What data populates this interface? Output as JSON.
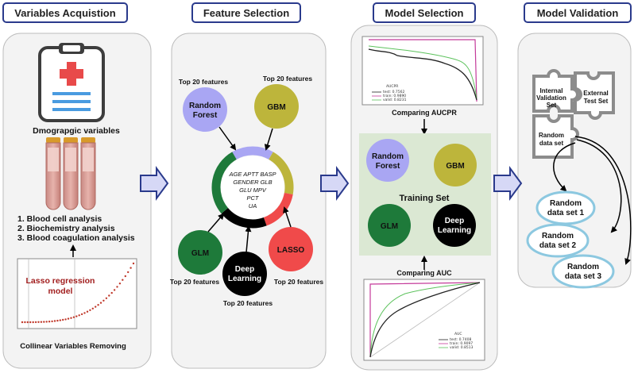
{
  "stages": {
    "variables_acquisition": "Variables Acquistion",
    "feature_selection": "Feature Selection",
    "model_selection": "Model Selection",
    "model_validation": "Model Validation"
  },
  "panel1": {
    "demographic_label": "Dmograpgic variables",
    "analysis_items": [
      "1. Blood cell analysis",
      "2. Biochemistry analysis",
      "3. Blood coagulation analysis"
    ],
    "lasso_title_line1": "Lasso regression",
    "lasso_title_line2": "model",
    "caption": "Collinear Variables Removing"
  },
  "panel2": {
    "top_features_label": "Top 20 features",
    "models": {
      "random_forest": [
        "Random",
        "Forest"
      ],
      "gbm": [
        "GBM"
      ],
      "glm": [
        "GLM"
      ],
      "deep_learning": [
        "Deep",
        "Learning"
      ],
      "lasso": [
        "LASSO"
      ]
    },
    "feature_lines": [
      "AGE  APTT  BASP",
      "GENDER  GLB",
      "GLU  MPV",
      "PCT",
      "UA"
    ],
    "colors": {
      "random_forest": "#a9a6f3",
      "gbm": "#bdb53b",
      "glm": "#1e7a3a",
      "deep_learning": "#000000",
      "lasso": "#f04a4a"
    }
  },
  "panel3": {
    "aucpr_caption": "Comparing AUCPR",
    "aucpr_legend": {
      "title": "AUCPR",
      "rows": [
        "test: 0.7562",
        "train: 0.9890",
        "valid: 0.8231"
      ]
    },
    "training_set_label": "Training Set",
    "models": {
      "random_forest": [
        "Random",
        "Forest"
      ],
      "gbm": [
        "GBM"
      ],
      "glm": [
        "GLM"
      ],
      "deep_learning": [
        "Deep",
        "Learning"
      ]
    },
    "auc_caption": "Comparing AUC",
    "auc_legend": {
      "title": "AUC",
      "rows": [
        "test: 0.7408",
        "train: 0.9097",
        "valid: 0.8513"
      ]
    }
  },
  "panel4": {
    "puzzle_labels": {
      "internal": [
        "Internal",
        "Validation",
        "Set"
      ],
      "external": [
        "External",
        "Test Set"
      ],
      "random": [
        "Random",
        "data set"
      ]
    },
    "random_sets": [
      [
        "Random",
        "data set 1"
      ],
      [
        "Random",
        "data set 2"
      ],
      [
        "Random",
        "data set 3"
      ]
    ]
  }
}
